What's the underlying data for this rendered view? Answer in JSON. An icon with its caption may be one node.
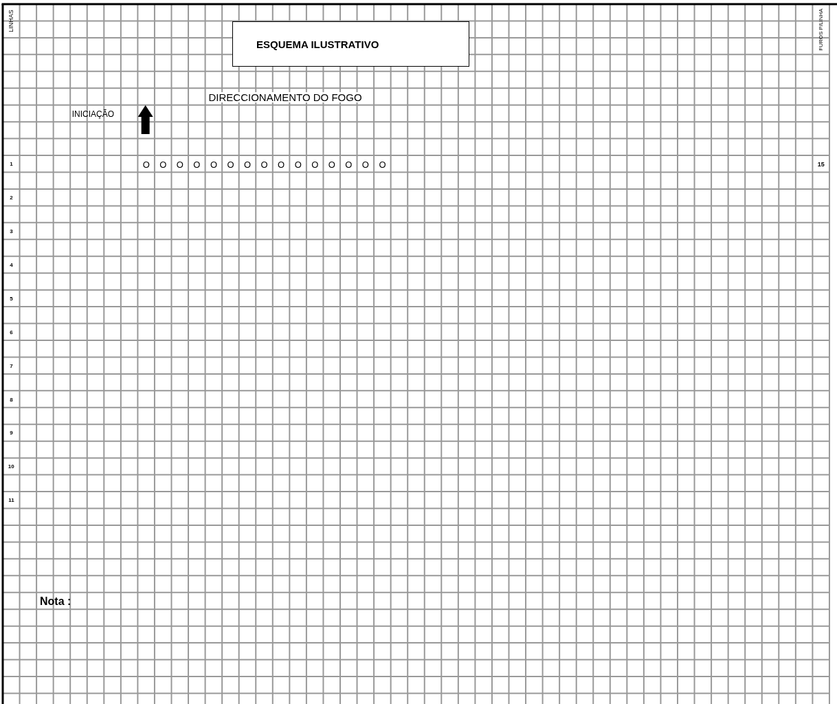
{
  "diagram": {
    "nodes": [
      {
        "text": [
          "ESQUEMA ILUSTRATIVO"
        ]
      }
    ],
    "edges": [],
    "labels": [
      "LINHAS",
      "FUROS P/LINHA",
      "DIRECCIONAMENTO DO FOGO",
      "INICIAÇÃO",
      "1",
      "O",
      "O",
      "O",
      "O",
      "O",
      "O",
      "O",
      "O",
      "O",
      "O",
      "O",
      "O",
      "O",
      "O",
      "O",
      "15",
      "2",
      "3",
      "4",
      "5",
      "6",
      "7",
      "8",
      "9",
      "10",
      "11",
      "Nota :"
    ]
  }
}
